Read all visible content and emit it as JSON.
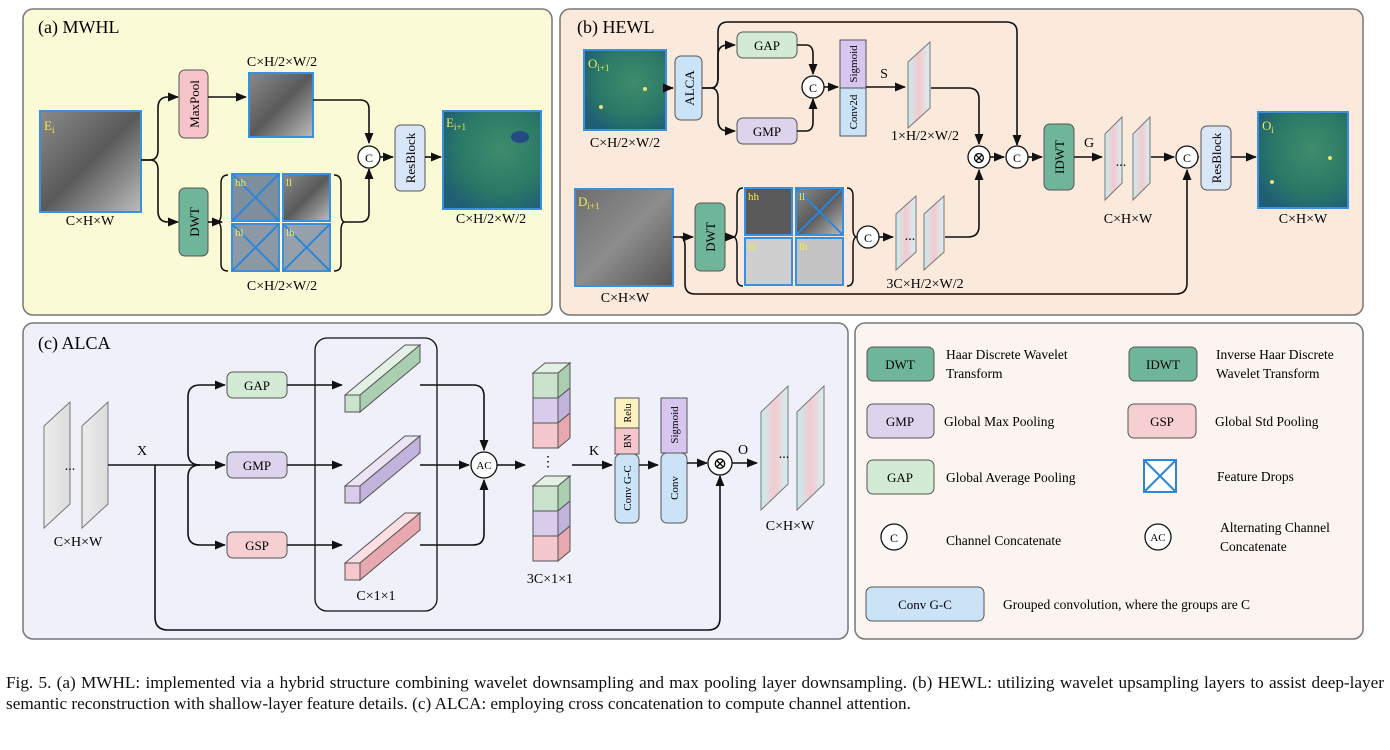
{
  "colors": {
    "panel_a_bg": "#fbfad6",
    "panel_b_bg": "#fbe9dc",
    "panel_c_bg": "#eff0fa",
    "legend_bg": "#fcf4f0",
    "dwt": "#6fb59a",
    "gap": "#d3ebd5",
    "gmp": "#ddd3ec",
    "gsp": "#f6cfd2",
    "maxpool": "#f6c4c9",
    "resblock": "#d8e6f7",
    "conv_gc": "#cbe3f7",
    "sigmoid": "#d8c6f0",
    "bn": "#f5c6cc",
    "relu": "#fbf2bf",
    "feature_drop": "#2f86d6",
    "feature_map": "#2b7a66"
  },
  "panel_a": {
    "title": "(a) MWHL",
    "input_label": "E",
    "input_sub": "i",
    "input_dim": "C×H×W",
    "maxpool": "MaxPool",
    "maxpool_dim": "C×H/2×W/2",
    "dwt": "DWT",
    "sub_bands": [
      "hh",
      "ll",
      "hl",
      "lh"
    ],
    "dwt_dim": "C×H/2×W/2",
    "concat": "C",
    "resblock": "ResBlock",
    "output_label": "E",
    "output_sub": "i+1",
    "output_dim": "C×H/2×W/2"
  },
  "panel_b": {
    "title": "(b) HEWL",
    "input_label": "O",
    "input_sub": "i+1",
    "input_dim": "C×H/2×W/2",
    "alca": "ALCA",
    "gap": "GAP",
    "gmp": "GMP",
    "concat": "C",
    "conv2d": "Conv2d",
    "sigmoid": "Sigmoid",
    "s_label": "S",
    "s_dim": "1×H/2×W/2",
    "multiply": "⊗",
    "idwt": "IDWT",
    "g_label": "G",
    "g_dim": "C×H×W",
    "resblock": "ResBlock",
    "output_label": "O",
    "output_sub": "i",
    "output_dim": "C×H×W",
    "skip_label": "D",
    "skip_sub": "i+1",
    "skip_dim": "C×H×W",
    "dwt": "DWT",
    "sub_bands": [
      "hh",
      "ll",
      "hl",
      "lh"
    ],
    "stack_dim": "3C×H/2×W/2",
    "ellipsis": "..."
  },
  "panel_c": {
    "title": "(c) ALCA",
    "input_dim": "C×H×W",
    "x_label": "X",
    "gap": "GAP",
    "gmp": "GMP",
    "gsp": "GSP",
    "pooled_dim": "C×1×1",
    "ac": "AC",
    "stack_dim": "3C×1×1",
    "k_label": "K",
    "conv_gc": "Conv G-C",
    "bn": "BN",
    "relu": "Relu",
    "sigmoid": "Sigmoid",
    "conv": "Conv",
    "multiply": "⊗",
    "o_label": "O",
    "output_dim": "C×H×W",
    "ellipsis": "..."
  },
  "legend": [
    {
      "key": "DWT",
      "text": "Haar Discrete Wavelet Transform",
      "line1": "Haar Discrete Wavelet",
      "line2": "Transform"
    },
    {
      "key": "IDWT",
      "text": "Inverse Haar Discrete Wavelet Transform",
      "line1": "Inverse Haar Discrete",
      "line2": "Wavelet Transform"
    },
    {
      "key": "GMP",
      "text": "Global Max Pooling"
    },
    {
      "key": "GSP",
      "text": "Global Std Pooling"
    },
    {
      "key": "GAP",
      "text": "Global Average Pooling"
    },
    {
      "key": "drop",
      "text": "Feature Drops"
    },
    {
      "key": "C",
      "text": "Channel Concatenate"
    },
    {
      "key": "AC",
      "text": "Alternating Channel Concatenate",
      "line1": "Alternating Channel",
      "line2": "Concatenate"
    },
    {
      "key": "Conv G-C",
      "text": "Grouped convolution, where the groups are C"
    }
  ],
  "caption": "Fig. 5.  (a) MWHL: implemented via a hybrid structure combining wavelet downsampling and max pooling layer downsampling. (b) HEWL: utilizing wavelet upsampling layers to assist deep-layer semantic reconstruction with shallow-layer feature details. (c) ALCA: employing cross concatenation to compute channel attention."
}
